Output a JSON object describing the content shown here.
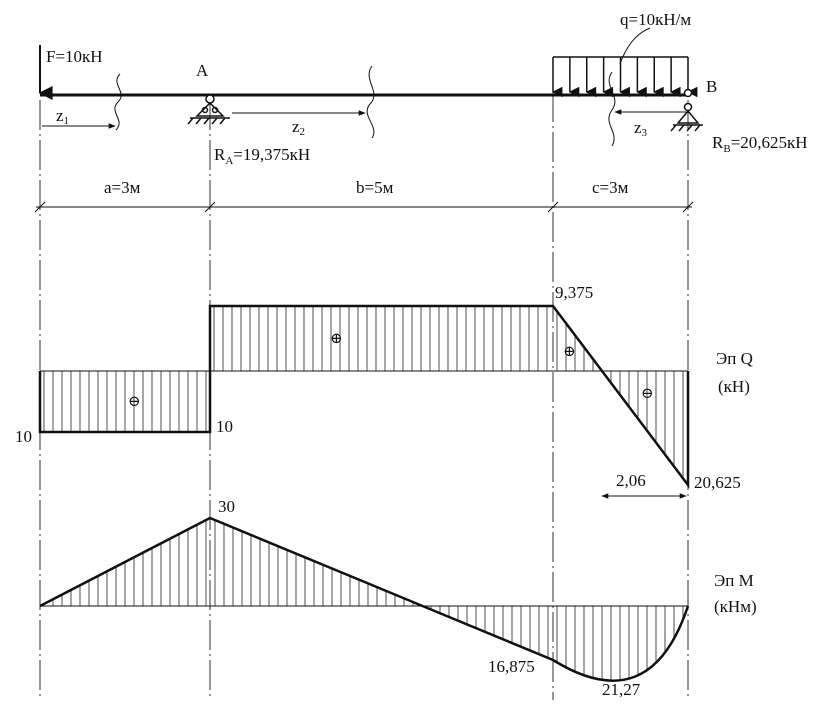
{
  "beam": {
    "force_label": "F=10кН",
    "load_label": "q=10кН/м",
    "support_a": "A",
    "support_b": "B",
    "reaction_a": {
      "main": "R",
      "sub": "A",
      "rest": "=19,375кН"
    },
    "reaction_b": {
      "main": "R",
      "sub": "B",
      "rest": "=20,625кН"
    },
    "z1": {
      "main": "z",
      "sub": "1"
    },
    "z2": {
      "main": "z",
      "sub": "2"
    },
    "z3": {
      "main": "z",
      "sub": "3"
    },
    "span_a": "a=3м",
    "span_b": "b=5м",
    "span_c": "c=3м"
  },
  "shear": {
    "title": "Эп Q",
    "unit": "(кН)",
    "val_left": "10",
    "val_a": "10",
    "val_c_start": "9,375",
    "val_b": "20,625",
    "zero_offset": "2,06",
    "sign_plus": "⊕",
    "sign_minus": "⊖"
  },
  "moment": {
    "title": "Эп М",
    "unit": "(кНм)",
    "val_a": "30",
    "val_c_start": "16,875",
    "val_max": "21,27"
  }
}
